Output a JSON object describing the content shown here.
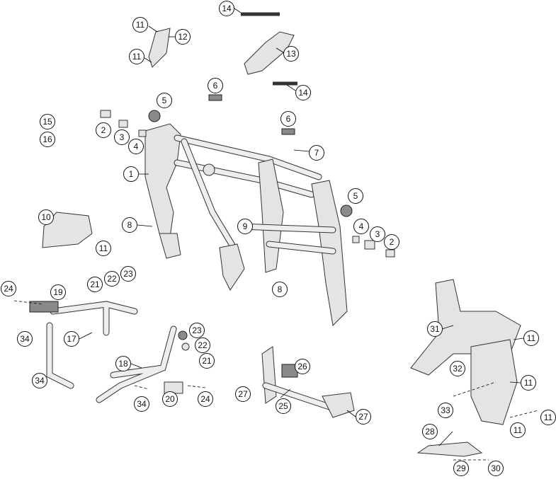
{
  "diagram": {
    "type": "exploded-parts-diagram",
    "callouts": [
      "14",
      "11",
      "12",
      "11",
      "13",
      "14",
      "6",
      "5",
      "6",
      "15",
      "16",
      "2",
      "3",
      "4",
      "7",
      "1",
      "5",
      "10",
      "8",
      "9",
      "11",
      "4",
      "3",
      "2",
      "23",
      "22",
      "21",
      "24",
      "19",
      "8",
      "31",
      "11",
      "23",
      "22",
      "21",
      "17",
      "34",
      "26",
      "18",
      "32",
      "11",
      "34",
      "27",
      "25",
      "20",
      "24",
      "34",
      "27",
      "33",
      "11",
      "11",
      "28",
      "29",
      "30"
    ]
  }
}
